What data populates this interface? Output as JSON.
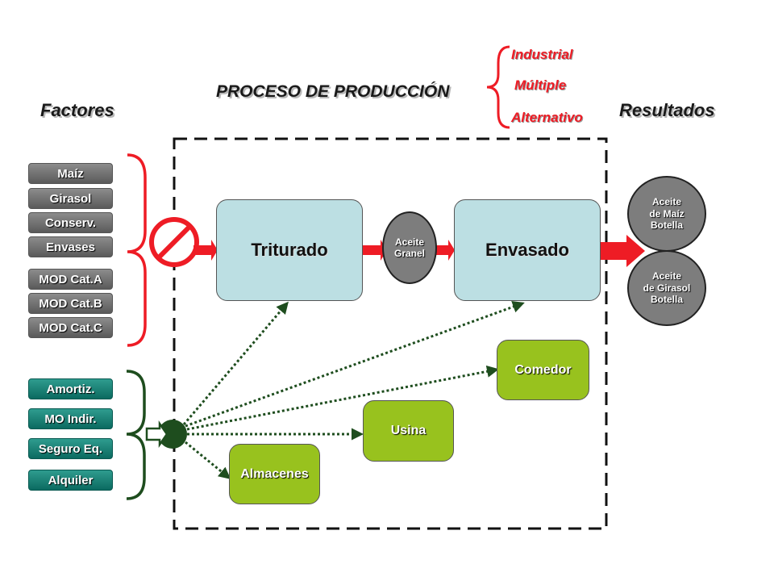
{
  "title": "PROCESO DE PRODUCCIÓN",
  "factores_label": "Factores",
  "resultados_label": "Resultados",
  "options": [
    "Industrial",
    "Múltiple",
    "Alternativo"
  ],
  "direct_factors": [
    "Maíz",
    "Girasol",
    "Conserv.",
    "Envases",
    "MOD Cat.A",
    "MOD Cat.B",
    "MOD Cat.C"
  ],
  "indirect_factors": [
    "Amortiz.",
    "MO Indir.",
    "Seguro Eq.",
    "Alquiler"
  ],
  "processes": {
    "triturado": "Triturado",
    "envasado": "Envasado"
  },
  "intermediate": {
    "line1": "Aceite",
    "line2": "Granel"
  },
  "support_units": {
    "comedor": "Comedor",
    "usina": "Usina",
    "almacenes": "Almacenes"
  },
  "results": [
    {
      "line1": "Aceite",
      "line2": "de Maíz",
      "line3": "Botella"
    },
    {
      "line1": "Aceite",
      "line2": "de Girasol",
      "line3": "Botella"
    }
  ],
  "colors": {
    "red": "#ee1c25",
    "dark_green": "#1e4d1e",
    "process_fill": "#bcdfe3",
    "support_fill": "#98c21e"
  },
  "icons": {
    "direct_symbol": "prohibition-icon",
    "indirect_symbol": "hub-circle-icon"
  }
}
